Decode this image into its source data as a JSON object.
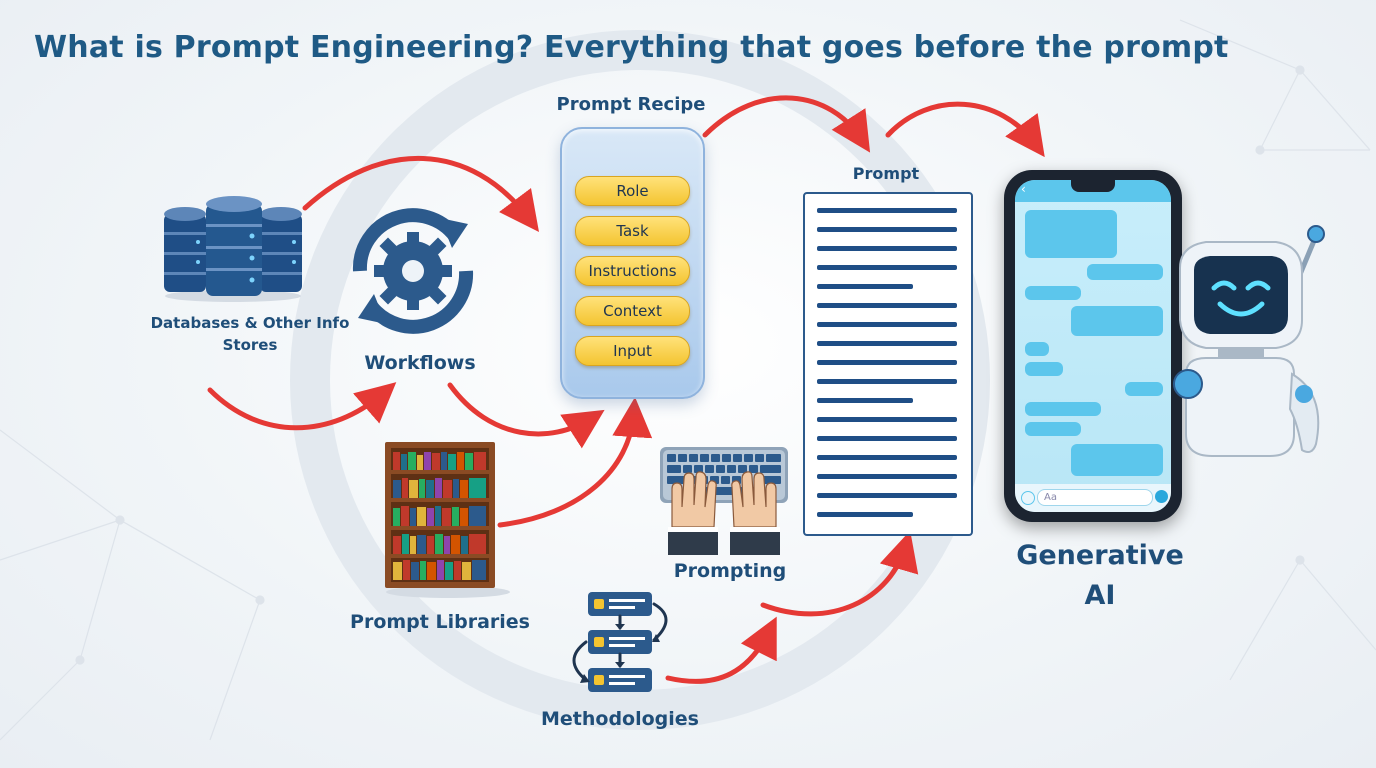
{
  "title": "What is Prompt Engineering? Everything that goes before the prompt",
  "labels": {
    "databases": "Databases & Other Info Stores",
    "workflows": "Workflows",
    "recipe": "Prompt Recipe",
    "prompt": "Prompt",
    "prompt_libraries": "Prompt Libraries",
    "prompting": "Prompting",
    "methodologies": "Methodologies",
    "generative_ai": "Generative AI"
  },
  "recipe_items": [
    "Role",
    "Task",
    "Instructions",
    "Context",
    "Input"
  ],
  "phone": {
    "input_placeholder": "Aa"
  },
  "colors": {
    "title": "#1f5a85",
    "arrow": "#e53935",
    "pill": "#f4c430",
    "label": "#1f4e79"
  },
  "icons": [
    "database-icon",
    "workflow-gear-icon",
    "bookshelf-icon",
    "keyboard-hands-icon",
    "flowchart-icon",
    "chat-phone-icon",
    "robot-icon"
  ]
}
